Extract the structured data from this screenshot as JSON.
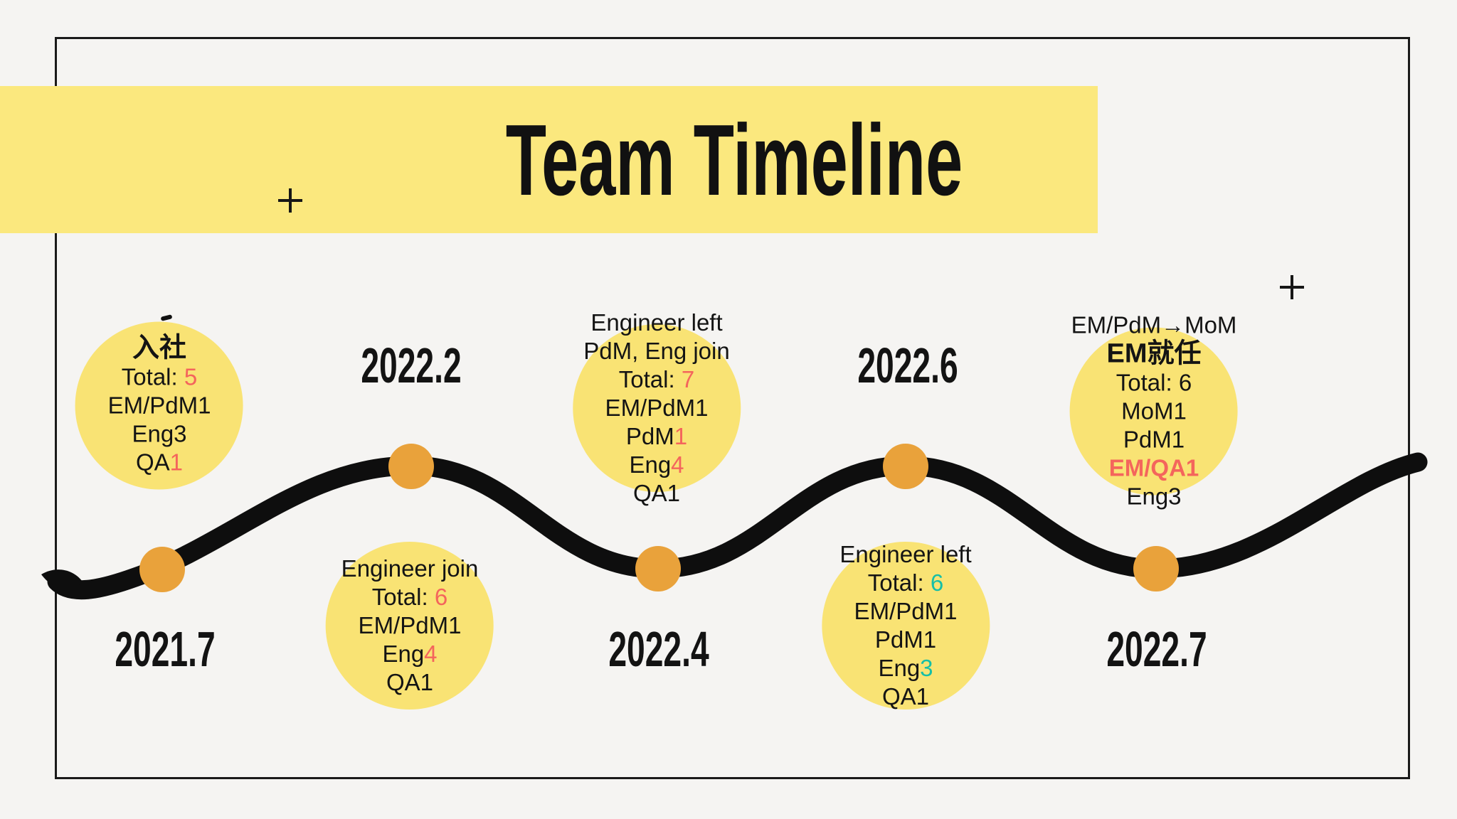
{
  "title": "Team Timeline",
  "colors": {
    "bg": "#F5F4F2",
    "banner": "#FBE87E",
    "bubble": "#F9E374",
    "dot": "#E9A23B",
    "ink": "#0E0E0E",
    "border": "#1A1A1A",
    "salmon": "#F4655C",
    "teal": "#16BFA7"
  },
  "icons": {
    "plus": "+"
  },
  "dates": [
    {
      "label": "2021.7"
    },
    {
      "label": "2022.2"
    },
    {
      "label": "2022.4"
    },
    {
      "label": "2022.6"
    },
    {
      "label": "2022.7"
    }
  ],
  "bubbles": [
    {
      "name": "2021.7 joined",
      "lines": [
        [
          {
            "t": "入社",
            "b": 1,
            "h": 1
          }
        ],
        [
          {
            "t": "Total: "
          },
          {
            "t": "5",
            "c": "salmon"
          }
        ],
        [
          {
            "t": "EM/PdM1"
          }
        ],
        [
          {
            "t": "Eng3"
          }
        ],
        [
          {
            "t": "QA"
          },
          {
            "t": "1",
            "c": "salmon"
          }
        ]
      ]
    },
    {
      "name": "2022.2 engineer join",
      "lines": [
        [
          {
            "t": "Engineer join"
          }
        ],
        [
          {
            "t": "Total: "
          },
          {
            "t": "6",
            "c": "salmon"
          }
        ],
        [
          {
            "t": "EM/PdM1"
          }
        ],
        [
          {
            "t": "Eng"
          },
          {
            "t": "4",
            "c": "salmon"
          }
        ],
        [
          {
            "t": "QA1"
          }
        ]
      ]
    },
    {
      "name": "2022.4 engineer left, pdm eng join",
      "lines": [
        [
          {
            "t": "Engineer left"
          }
        ],
        [
          {
            "t": "PdM, Eng join"
          }
        ],
        [
          {
            "t": "Total: "
          },
          {
            "t": "7",
            "c": "salmon"
          }
        ],
        [
          {
            "t": "EM/PdM1"
          }
        ],
        [
          {
            "t": "PdM"
          },
          {
            "t": "1",
            "c": "salmon"
          }
        ],
        [
          {
            "t": "Eng"
          },
          {
            "t": "4",
            "c": "salmon"
          }
        ],
        [
          {
            "t": "QA1"
          }
        ]
      ]
    },
    {
      "name": "2022.6 engineer left",
      "lines": [
        [
          {
            "t": "Engineer left"
          }
        ],
        [
          {
            "t": "Total: "
          },
          {
            "t": "6",
            "c": "teal"
          }
        ],
        [
          {
            "t": "EM/PdM1"
          }
        ],
        [
          {
            "t": "PdM1"
          }
        ],
        [
          {
            "t": "Eng"
          },
          {
            "t": "3",
            "c": "teal"
          }
        ],
        [
          {
            "t": "QA1"
          }
        ]
      ]
    },
    {
      "name": "2022.7 EM appointed",
      "lines": [
        [
          {
            "t": "EM/PdM→MoM"
          }
        ],
        [
          {
            "t": "EM就任",
            "b": 1,
            "h": 1
          }
        ],
        [
          {
            "t": "Total: 6"
          }
        ],
        [
          {
            "t": "MoM1"
          }
        ],
        [
          {
            "t": "PdM1"
          }
        ],
        [
          {
            "t": "EM/QA1",
            "c": "salmon",
            "b": 1
          }
        ],
        [
          {
            "t": "Eng3"
          }
        ]
      ]
    }
  ]
}
